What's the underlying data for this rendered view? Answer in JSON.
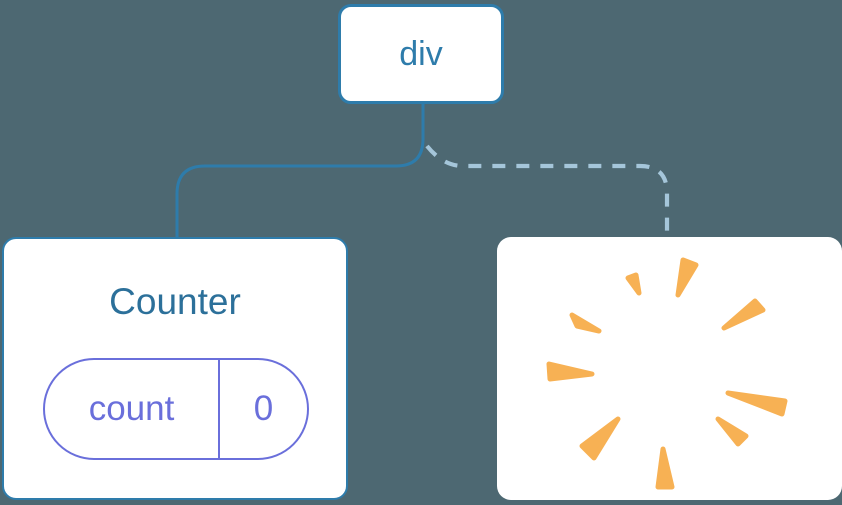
{
  "colors": {
    "background": "#4d6872",
    "node-blue": "#2e7cab",
    "title-blue": "#2c709a",
    "pill-purple": "#6a6fdb",
    "dashed-blue": "#a5c6da",
    "spark-orange": "#f7b154",
    "box-bg": "#ffffff"
  },
  "tree": {
    "root_label": "div",
    "counter": {
      "title": "Counter",
      "state_key": "count",
      "state_value": "0"
    },
    "removed_node": {
      "icon": "poof-icon"
    }
  }
}
